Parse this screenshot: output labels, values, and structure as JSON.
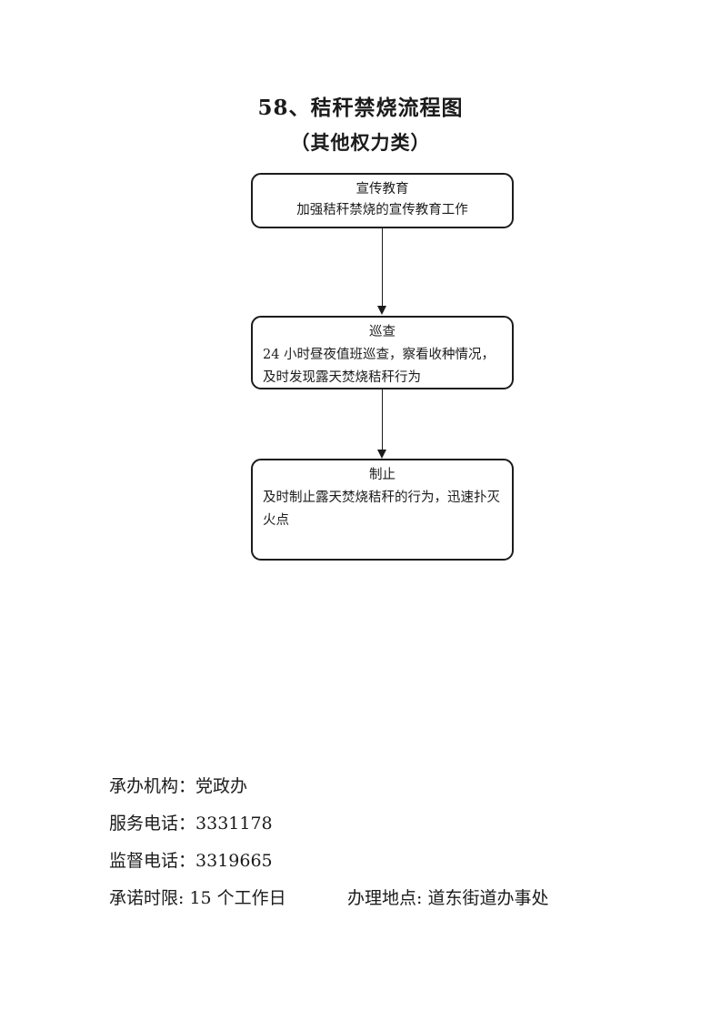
{
  "document": {
    "title": "58、秸秆禁烧流程图",
    "subtitle": "（其他权力类）"
  },
  "flowchart": {
    "nodes": [
      {
        "title": "宣传教育",
        "body": "加强秸秆禁烧的宣传教育工作"
      },
      {
        "title": "巡查",
        "body": "24 小时昼夜值班巡查，察看收种情况，及时发现露天焚烧秸秆行为"
      },
      {
        "title": "制止",
        "body": "及时制止露天焚烧秸秆的行为，迅速扑灭火点"
      }
    ]
  },
  "footer": {
    "lines": [
      {
        "label": "承办机构：",
        "value": "党政办"
      },
      {
        "label": "服务电话：",
        "value": "3331178"
      },
      {
        "label": "监督电话：",
        "value": "3319665"
      }
    ],
    "last_line": {
      "left_label": "承诺时限: ",
      "left_value": "15 个工作日",
      "right_label": "办理地点: ",
      "right_value": "道东街道办事处"
    }
  },
  "colors": {
    "ink": "#1b1b1b",
    "paper": "#ffffff"
  }
}
